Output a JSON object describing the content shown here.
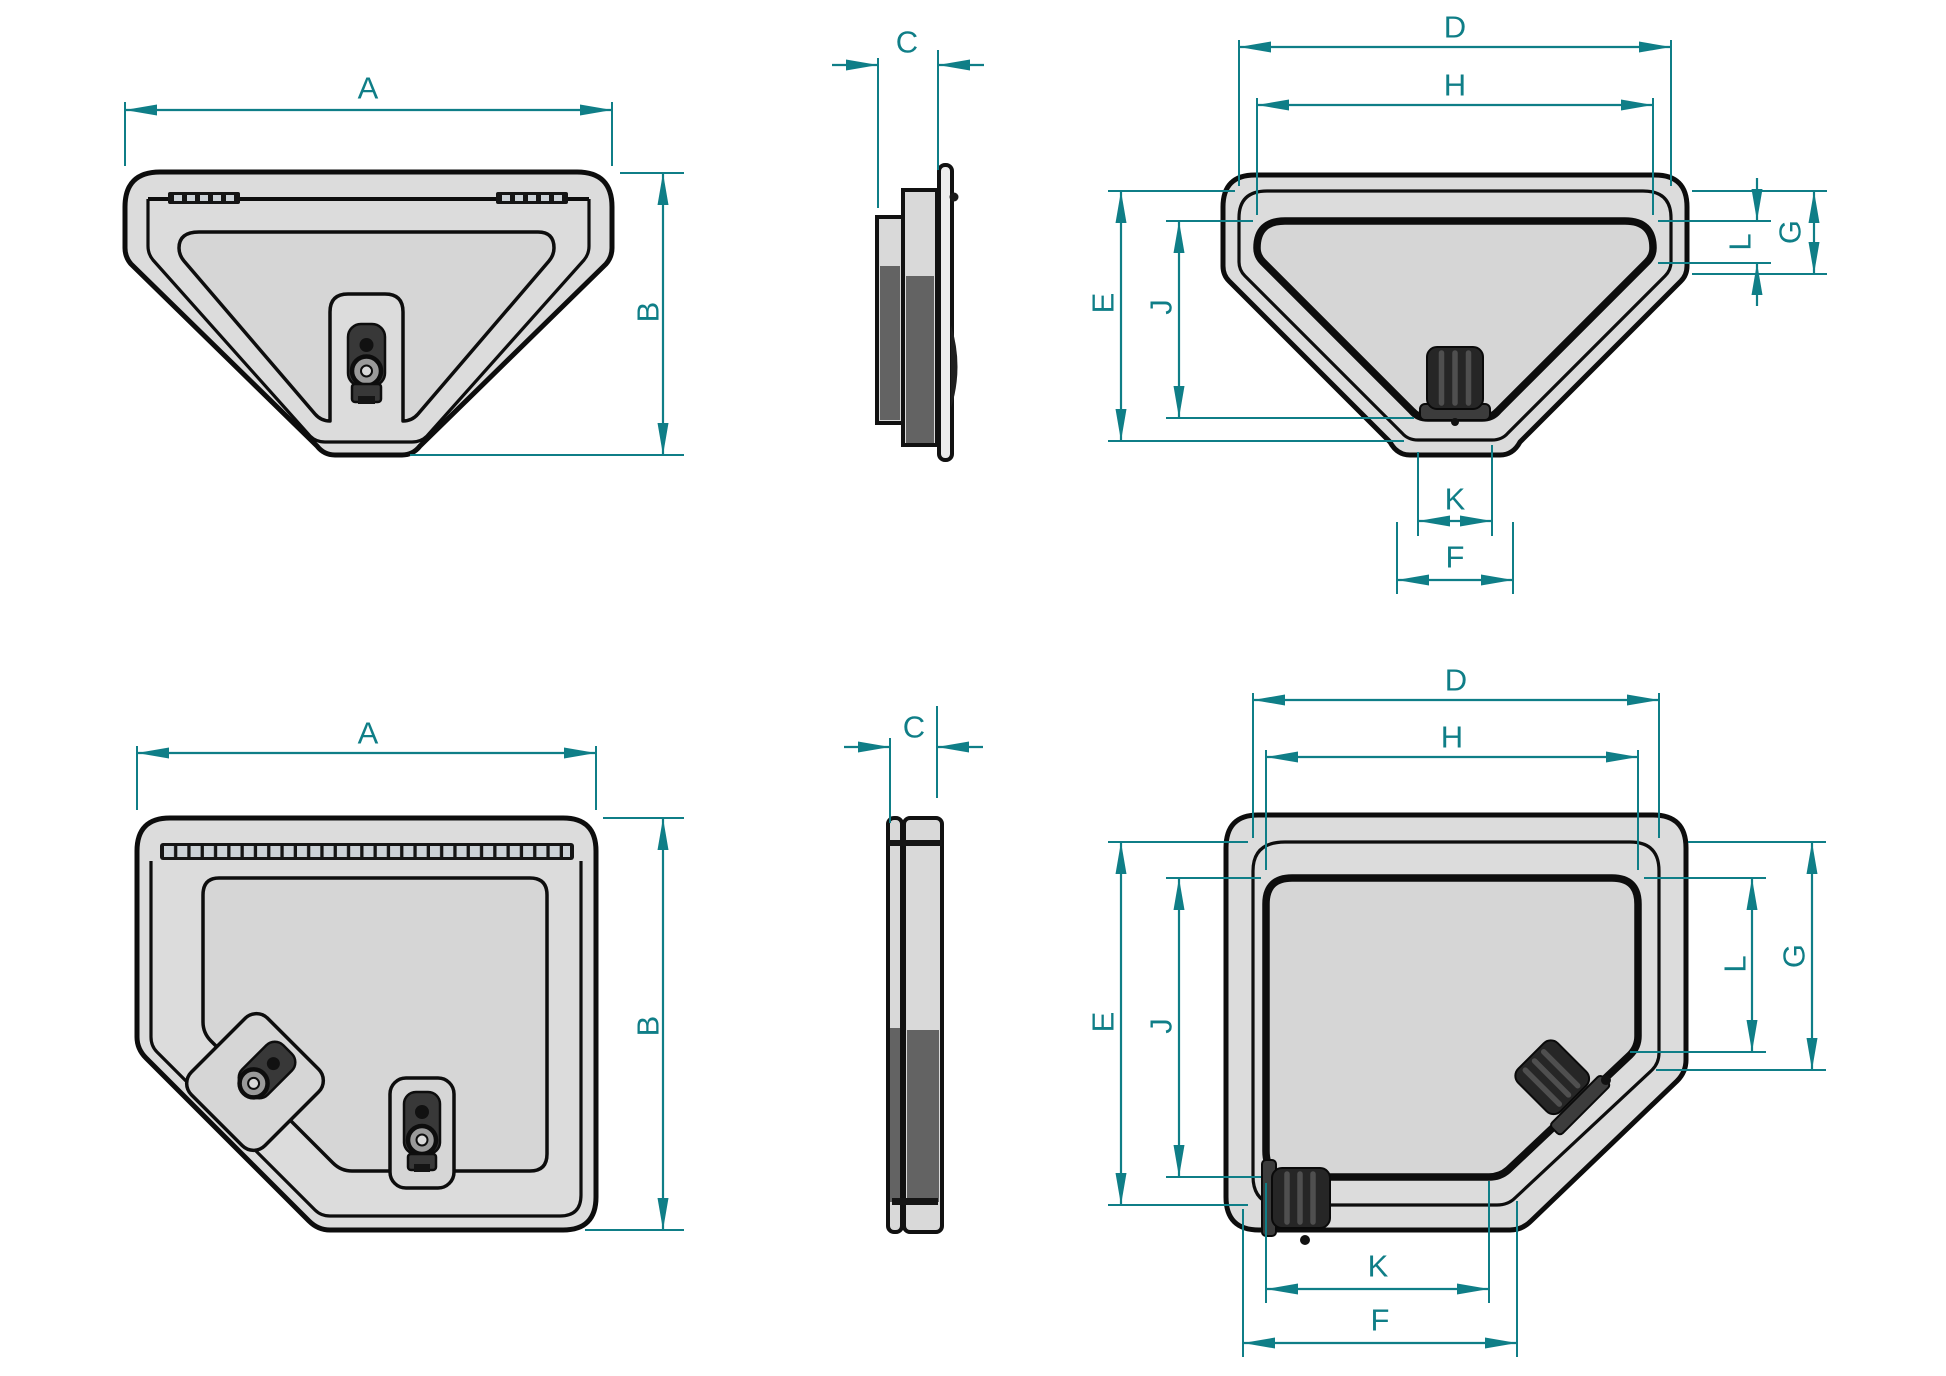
{
  "title": "hatch-dimension-drawing",
  "colors": {
    "dimension": "#0f7e87",
    "body": "#dcdcdc",
    "panel": "#d6d6d6",
    "outline": "#0d0d0d",
    "side_dark": "#636363",
    "latch": "#262626",
    "hinge_dash": "#ccd2d7"
  },
  "row1": {
    "view": "triangular-hatch",
    "front": {
      "A": "A",
      "B": "B"
    },
    "side": {
      "C": "C"
    },
    "back": {
      "D": "D",
      "H": "H",
      "E": "E",
      "J": "J",
      "G": "G",
      "L": "L",
      "K": "K",
      "F": "F"
    }
  },
  "row2": {
    "view": "square-hatch",
    "front": {
      "A": "A",
      "B": "B"
    },
    "side": {
      "C": "C"
    },
    "back": {
      "D": "D",
      "H": "H",
      "E": "E",
      "J": "J",
      "G": "G",
      "L": "L",
      "K": "K",
      "F": "F"
    }
  }
}
